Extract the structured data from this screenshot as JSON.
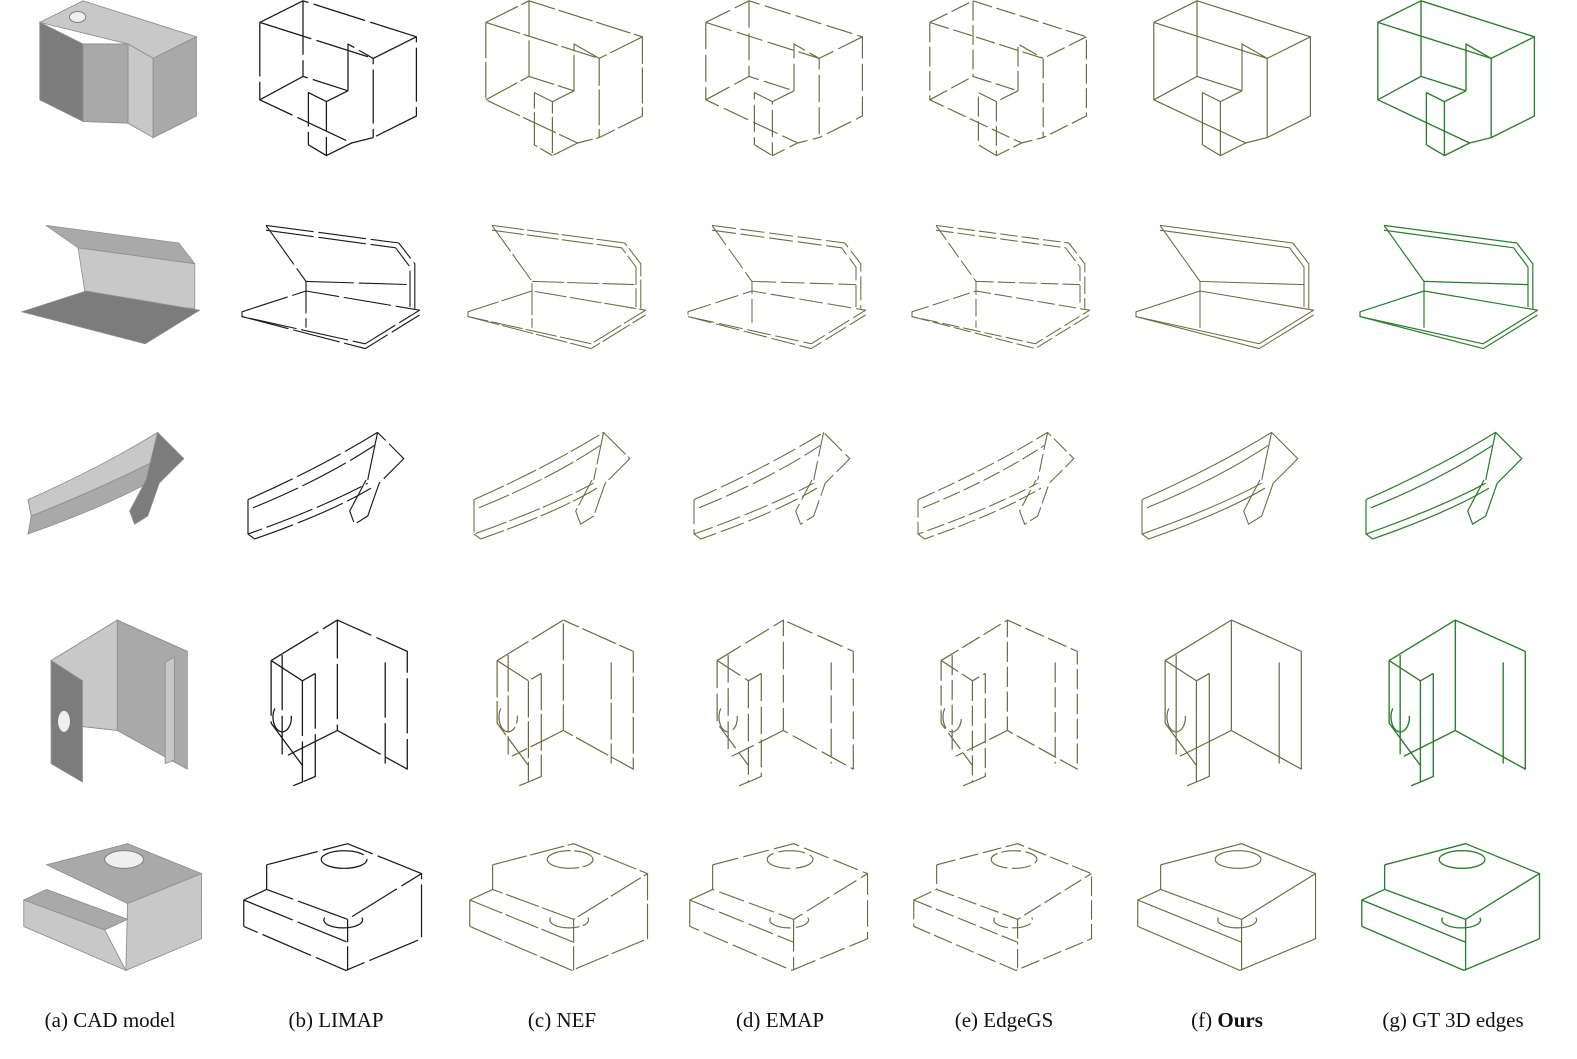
{
  "figure": {
    "columns": [
      {
        "prefix": "(a)",
        "label": "CAD model",
        "bold": false,
        "kind": "solid"
      },
      {
        "prefix": "(b)",
        "label": "LIMAP",
        "bold": false,
        "kind": "black"
      },
      {
        "prefix": "(c)",
        "label": "NEF",
        "bold": false,
        "kind": "olive"
      },
      {
        "prefix": "(d)",
        "label": "EMAP",
        "bold": false,
        "kind": "olive"
      },
      {
        "prefix": "(e)",
        "label": "EdgeGS",
        "bold": false,
        "kind": "olive"
      },
      {
        "prefix": "(f)",
        "label": "Ours",
        "bold": true,
        "kind": "olive"
      },
      {
        "prefix": "(g)",
        "label": "GT 3D edges",
        "bold": false,
        "kind": "green"
      }
    ],
    "rows": [
      {
        "shape": "u-bracket-hole"
      },
      {
        "shape": "folded-sheet"
      },
      {
        "shape": "curved-hook"
      },
      {
        "shape": "l-bracket-hole"
      },
      {
        "shape": "step-block-hole"
      }
    ],
    "colors": {
      "solid_light": "#c8c8c8",
      "solid_mid": "#a9a9a9",
      "solid_dark": "#7c7c7c",
      "edge_black": "#1a1a1a",
      "edge_olive": "#6d6a3e",
      "edge_green": "#2a7d2a"
    }
  }
}
